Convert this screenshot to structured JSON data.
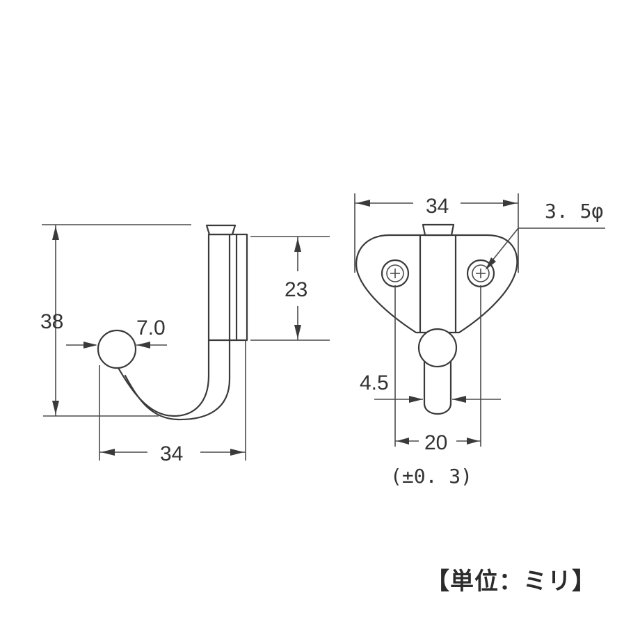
{
  "side_view": {
    "dim_height": "38",
    "dim_ball": "7.0",
    "dim_width": "34",
    "dim_plate": "23"
  },
  "front_view": {
    "dim_width": "34",
    "dim_hole": "3. 5φ",
    "dim_rod": "4.5",
    "dim_pitch": "20",
    "dim_tolerance": "(±0. 3)"
  },
  "unit_label": "【単位：ミリ】"
}
